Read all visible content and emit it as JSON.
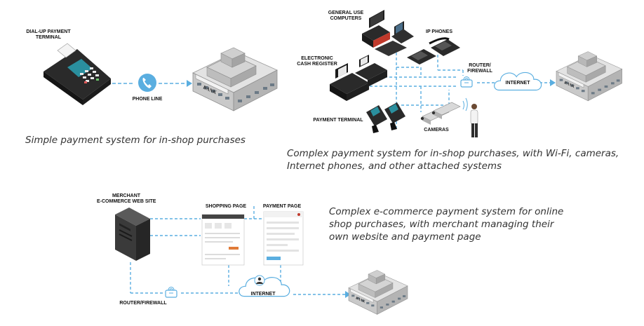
{
  "diagram1": {
    "terminal_label": [
      "DIAL-UP PAYMENT",
      "TERMINAL"
    ],
    "phone_line_label": "PHONE LINE",
    "bank_sign": "BANK",
    "caption": "Simple payment system for in-shop purchases"
  },
  "diagram2": {
    "computers_label": [
      "GENERAL USE",
      "COMPUTERS"
    ],
    "ip_phones_label": "IP PHONES",
    "cash_register_label": [
      "ELECTRONIC",
      "CASH REGISTER"
    ],
    "router_label": [
      "ROUTER/",
      "FIREWALL"
    ],
    "internet_label": "INTERNET",
    "payment_terminal_label": "PAYMENT TERMINAL",
    "cameras_label": "CAMERAS",
    "bank_sign": "BANK",
    "caption": [
      "Complex payment system for in-shop purchases, with Wi-Fi, cameras,",
      "Internet phones, and other attached systems"
    ]
  },
  "diagram3": {
    "website_label": [
      "MERCHANT",
      "E-COMMERCE WEB SITE"
    ],
    "shopping_page_label": "SHOPPING PAGE",
    "payment_page_label": "PAYMENT PAGE",
    "router_label": "ROUTER/FIREWALL",
    "internet_label": "INTERNET",
    "bank_sign": "BANK",
    "caption": [
      "Complex e-commerce payment system for online",
      "shop purchases, with merchant managing their",
      "own website and payment page"
    ]
  },
  "colors": {
    "connector": "#5aaee0",
    "bank_wall": "#c8c8c8",
    "bank_window": "#6c7a86",
    "device_dark": "#2a2a2a",
    "screen_teal": "#2a8f9e",
    "server_body": "#3a3a3a"
  }
}
